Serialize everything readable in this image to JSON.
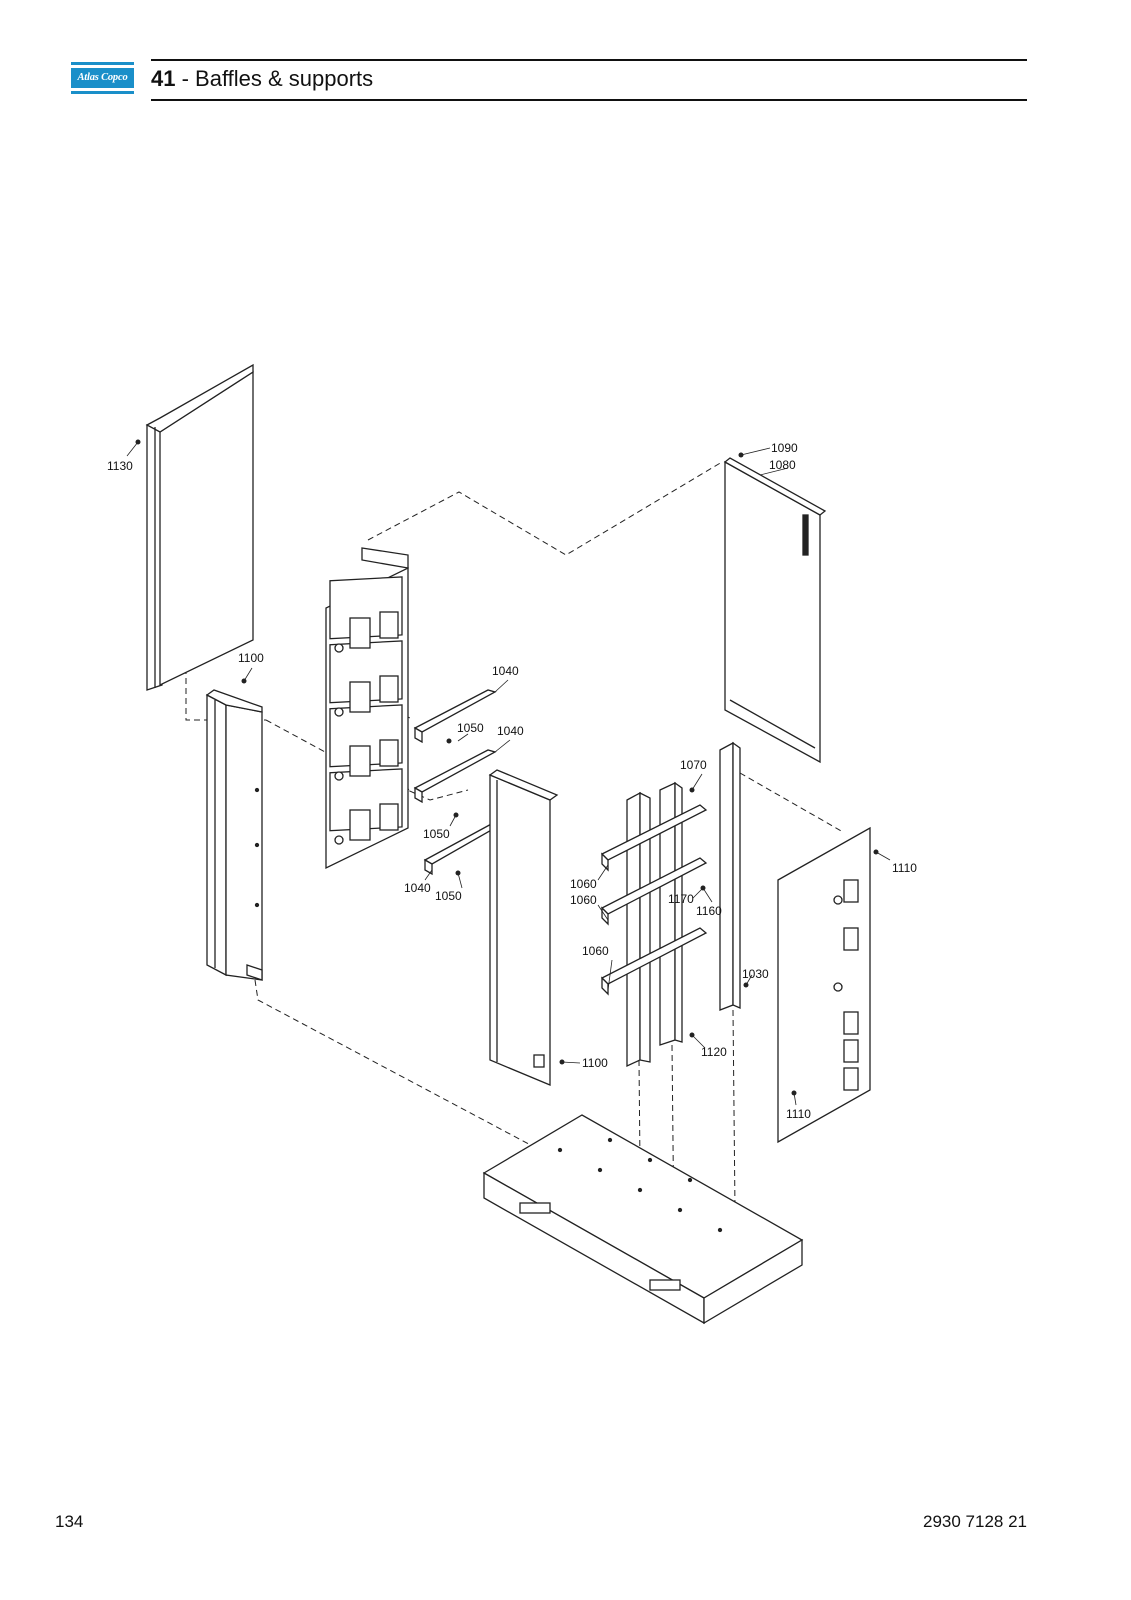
{
  "header": {
    "logo_text": "Atlas Copco",
    "chapter_number": "41",
    "chapter_title": " - Baffles & supports"
  },
  "colors": {
    "brand": "#1a8fc9",
    "rule": "#111111"
  },
  "callouts": {
    "c1130": "1130",
    "c1100a": "1100",
    "c1040a": "1040",
    "c1050a": "1050",
    "c1040b": "1040",
    "c1050b": "1050",
    "c1040c": "1040",
    "c1050c": "1050",
    "c1090": "1090",
    "c1080": "1080",
    "c1070": "1070",
    "c1110a": "1110",
    "c1060a": "1060",
    "c1060b": "1060",
    "c1170": "1170",
    "c1160": "1160",
    "c1060c": "1060",
    "c1030": "1030",
    "c1120": "1120",
    "c1100b": "1100",
    "c1110b": "1110"
  },
  "footer": {
    "page_number": "134",
    "document_number": "2930 7128 21"
  }
}
